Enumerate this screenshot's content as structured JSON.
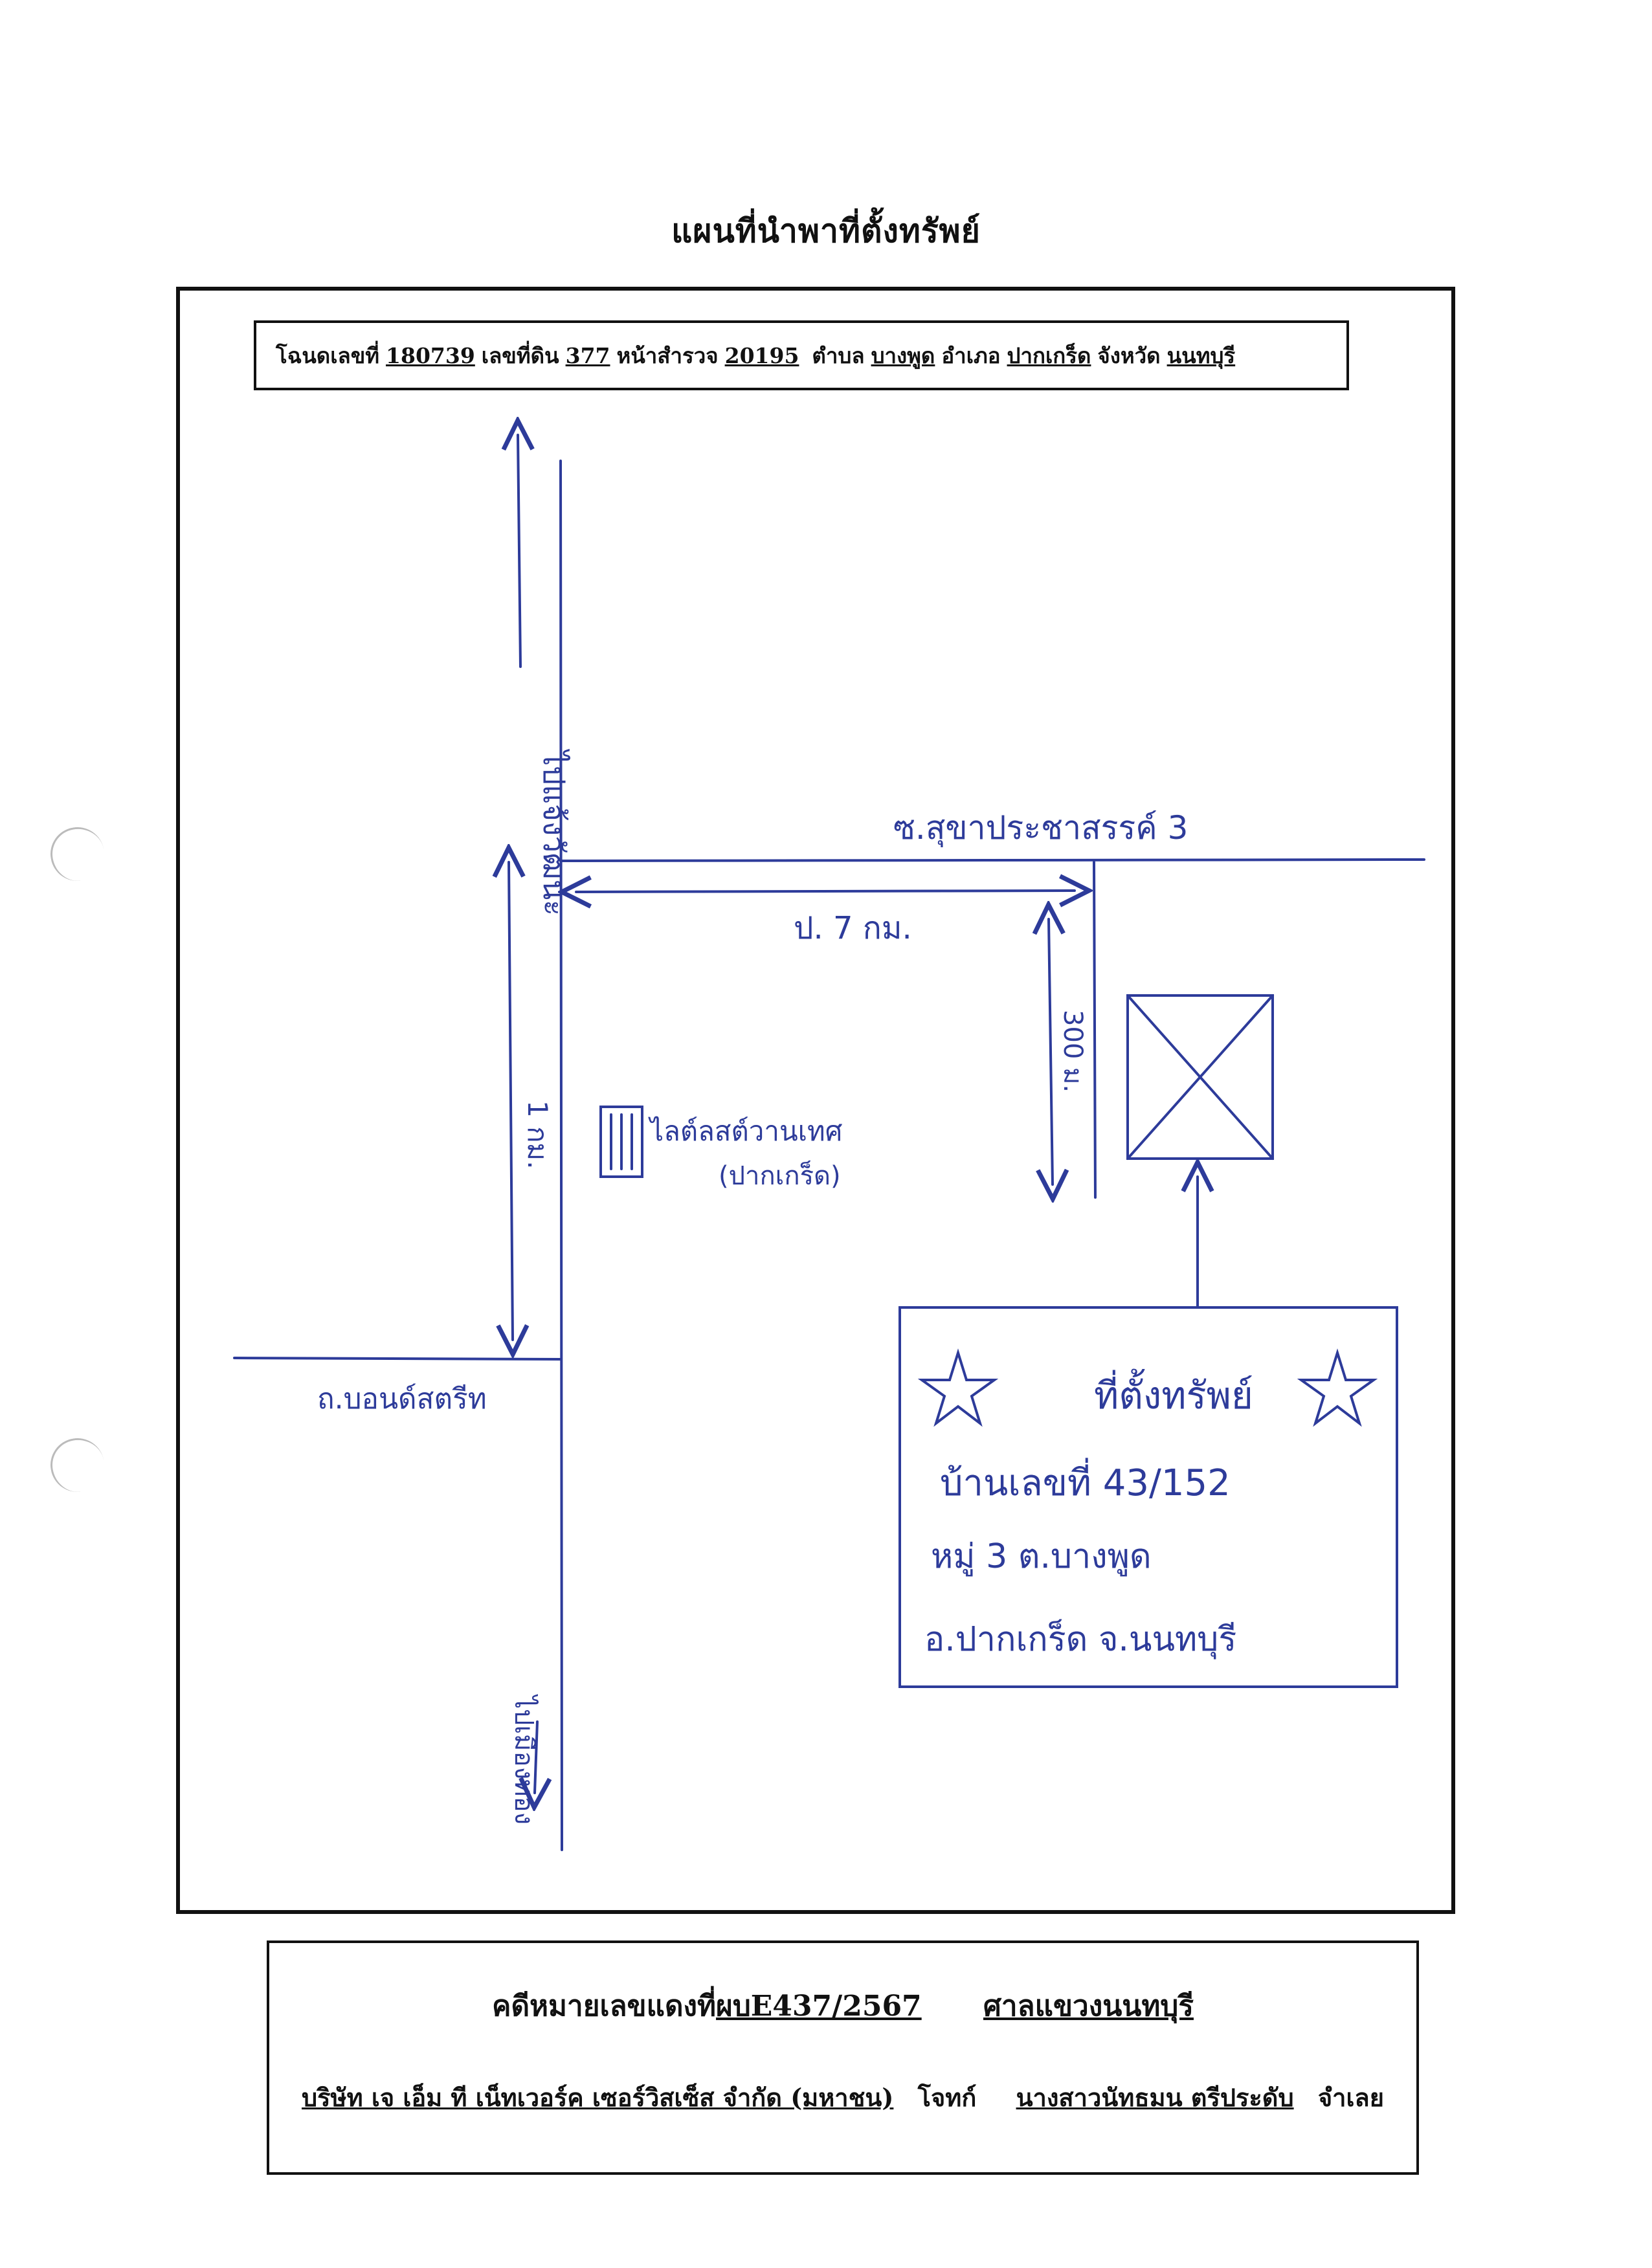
{
  "title": "แผนที่นำพาที่ตั้งทรัพย์",
  "deed": {
    "label_deed": "โฉนดเลขที่",
    "deed_no": "180739",
    "label_land": "เลขที่ดิน",
    "land_no": "377",
    "label_survey": "หน้าสำรวจ",
    "survey_no": "20195",
    "label_subdistrict": "ตำบล",
    "subdistrict": "บางพูด",
    "label_district": "อำเภอ",
    "district": "ปากเกร็ด",
    "label_province": "จังหวัด",
    "province": "นนทบุรี"
  },
  "map": {
    "road_north": "ไปแจ้งวัฒนะ",
    "road_east": "ซ.สุขาประชาสรรค์ 3",
    "dist_road": "ป. 7 กม.",
    "dist_short": "300 ม.",
    "dist_main": "1 กม.",
    "landmark_name": "ไลต์ลสต์วานเทศ",
    "landmark_sub": "(ปากเกร็ด)",
    "road_west": "ถ.บอนด์สตรีท",
    "road_south": "ไปเมืองทอง",
    "property_title": "ที่ตั้งทรัพย์",
    "property_house": "บ้านเลขที่ 43/152",
    "property_moo": "หมู่ 3   ต.บางพูด",
    "property_amphoe": "อ.ปากเกร็ด   จ.นนทบุรี",
    "ink_color": "#2d3b9a"
  },
  "case": {
    "label_case": "คดีหมายเลขแดงที่",
    "case_no": "ผบE437/2567",
    "court": "ศาลแขวงนนทบุรี",
    "plaintiff": "บริษัท เจ เอ็ม ที เน็ทเวอร์ค เซอร์วิสเซ็ส จำกัด (มหาชน)",
    "label_plaintiff": "โจทก์",
    "defendant": "นางสาวนัทธมน ตรีประดับ",
    "label_defendant": "จำเลย"
  }
}
